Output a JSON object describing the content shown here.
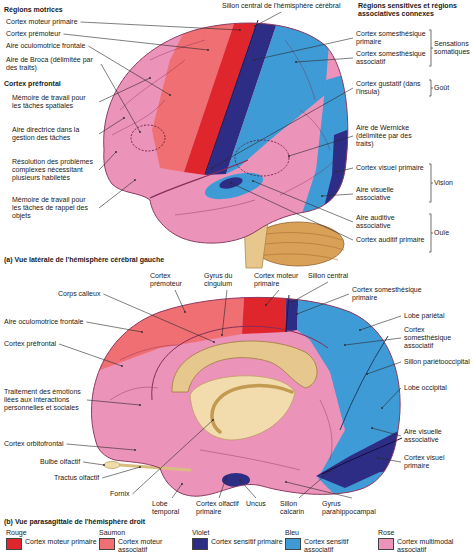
{
  "diagram": {
    "labels": [
      "Régions motrices",
      "Cortex moteur primaire",
      "Cortex prémoteur",
      "Aire oculomotrice frontale",
      "Aire de Broca (délimitée par des traits)",
      "Cortex préfrontal",
      "Mémoire de travail pour les tâches spatiales",
      "Aire directrice dans la gestion des tâches",
      "Résolution des problèmes complexes nécessitant plusieurs habiletés",
      "Mémoire de travail pour les tâches de rappel des objets",
      "Sillon central de l'hémisphère cérébral",
      "Régions sensitives et régions associatives connexes",
      "Cortex somesthésique primaire",
      "Cortex somesthésique associatif",
      "Sensations somatiques",
      "Cortex gustatif (dans l'insula)",
      "Goût",
      "Aire de Wernicke (délimitée par des traits)",
      "Cortex visuel primaire",
      "Aire visuelle associative",
      "Vision",
      "Aire auditive associative",
      "Cortex auditif primaire",
      "Ouïe",
      "(a) Vue latérale de l'hémisphère cérébral gauche",
      "Cortex prémoteur",
      "Gyrus du cingulum",
      "Cortex moteur primaire",
      "Sillon central",
      "Corps calleux",
      "Cortex somesthésique primaire",
      "Aire oculomotrice frontale",
      "Lobe pariétal",
      "Cortex préfrontal",
      "Cortex somesthésique associatif",
      "Sillon pariétooccipital",
      "Lobe occipital",
      "Traitement des émotions liées aux interactions personnelles et sociales",
      "Cortex orbitofrontal",
      "Bulbe olfactif",
      "Tractus olfactif",
      "Fornix",
      "Lobe temporal",
      "Cortex olfactif primaire",
      "Uncus",
      "Sillon calcarin",
      "Gyrus parahippocampal",
      "Aire visuelle associative",
      "Cortex visuel primaire",
      "(b) Vue parasagittale de l'hémisphère droit",
      "Rouge",
      "Saumon",
      "Violet",
      "Bleu",
      "Rose"
    ],
    "legend": [
      {
        "text": "Cortex moteur primaire",
        "color": "#e0262d"
      },
      {
        "text": "Cortex moteur associatif",
        "color": "#ef6f73"
      },
      {
        "text": "Cortex sensitif primaire",
        "color": "#2e2d86"
      },
      {
        "text": "Cortex sensitif associatif",
        "color": "#3f9bd6"
      },
      {
        "text": "Cortex multimodal associatif",
        "color": "#ec93ba"
      }
    ]
  }
}
